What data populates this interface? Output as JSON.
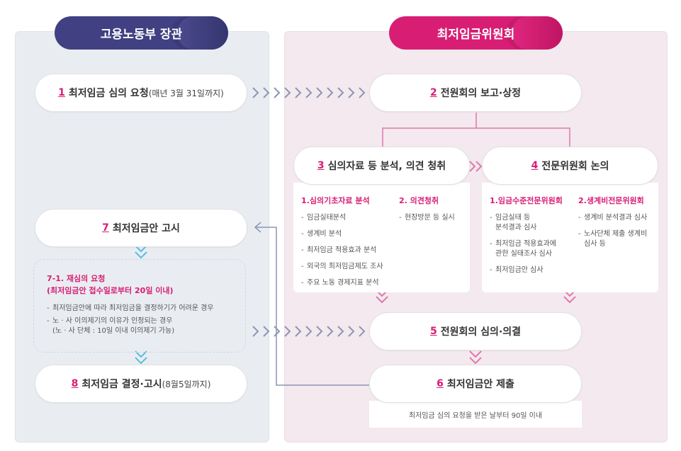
{
  "headers": {
    "left": "고용노동부 장관",
    "right": "최저임금위원회"
  },
  "steps": {
    "s1": {
      "num": "1",
      "label": "최저임금 심의 요청",
      "sub": "(매년 3월 31일까지)"
    },
    "s2": {
      "num": "2",
      "label": "전원회의 보고·상정"
    },
    "s3": {
      "num": "3",
      "label": "심의자료 등 분석, 의견 청취"
    },
    "s4": {
      "num": "4",
      "label": "전문위원회 논의"
    },
    "s5": {
      "num": "5",
      "label": "전원회의 심의·의결"
    },
    "s6": {
      "num": "6",
      "label": "최저임금안 제출"
    },
    "s7": {
      "num": "7",
      "label": "최저임금안 고시"
    },
    "s8": {
      "num": "8",
      "label": "최저임금 결정·고시",
      "sub": "(8월5일까지)"
    }
  },
  "step3_detail": {
    "c1": {
      "title": "1.심의기초자료 분석",
      "items": [
        "임금실태분석",
        "생계비 분석",
        "최저임금 적용효과 분석",
        "외국의 최저임금제도 조사",
        "주요 노동 경제지표 분석"
      ]
    },
    "c2": {
      "title": "2. 의견청취",
      "items": [
        "현장방문 등 실시"
      ]
    }
  },
  "step4_detail": {
    "c1": {
      "title": "1.임금수준전문위원회",
      "items": [
        "임금실태 등\n분석결과 심사",
        "최저임금 적용효과에\n관한 실태조사 심사",
        "최저임금안 심사"
      ]
    },
    "c2": {
      "title": "2.생계비전문위원회",
      "items": [
        "생계비 분석결과 심사",
        "노사단체 제출 생계비\n심사 등"
      ]
    }
  },
  "reconsider": {
    "title_line1": "7-1. 재심의 요청",
    "title_line2": "(최저임금안 접수일로부터 20일 이내)",
    "items": [
      "최저임금안에 따라 최저임금을 결정하기가 어려운 경우",
      "노 · 사 이의제기의 이유가 인정되는 경우\n(노 · 사 단체 : 10일 이내 이의제기 가능)"
    ]
  },
  "step6_note": "최저임금 심의 요청을 받은 날부터 90일 이내",
  "colors": {
    "navy": "#404082",
    "magenta": "#d81d74",
    "pink_arrow": "#e79ac0",
    "blue_arrow": "#5bbde0",
    "gray_arrow": "#8c96b4"
  }
}
